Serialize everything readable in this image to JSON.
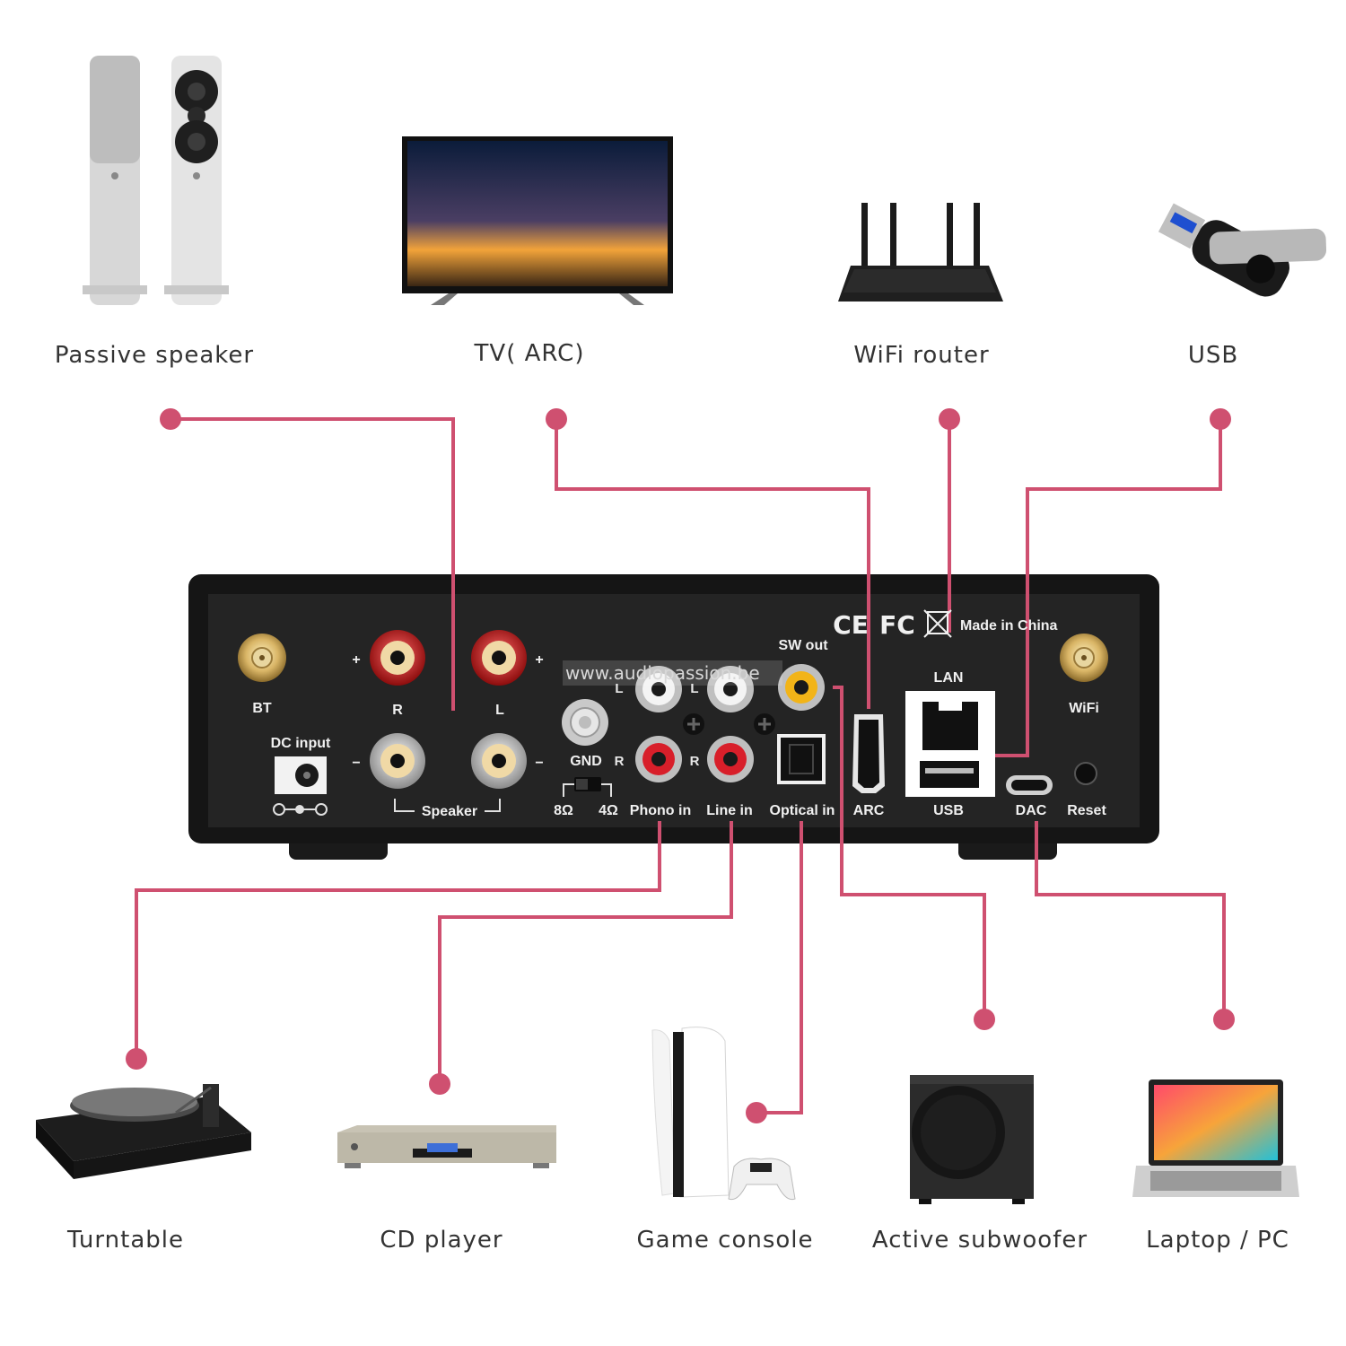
{
  "accent_color": "#cf5070",
  "devices_top": {
    "passive_speaker": "Passive speaker",
    "tv_arc": "TV( ARC)",
    "wifi_router": "WiFi router",
    "usb": "USB"
  },
  "devices_bottom": {
    "turntable": "Turntable",
    "cd_player": "CD player",
    "game_console": "Game console",
    "active_subwoofer": "Active subwoofer",
    "laptop_pc": "Laptop / PC"
  },
  "panel": {
    "bt": "BT",
    "wifi": "WiFi",
    "plus": "+",
    "minus": "−",
    "r": "R",
    "l": "L",
    "dc_input": "DC input",
    "speaker": "Speaker",
    "gnd": "GND",
    "ohm8": "8Ω",
    "ohm4": "4Ω",
    "phono_in": "Phono in",
    "line_in": "Line in",
    "sw_out": "SW out",
    "optical_in": "Optical in",
    "arc": "ARC",
    "lan": "LAN",
    "usb": "USB",
    "dac": "DAC",
    "reset": "Reset",
    "made_in": "Made in China",
    "ce": "CE",
    "fc": "FC",
    "watermark": "www.audiopassion.be"
  }
}
